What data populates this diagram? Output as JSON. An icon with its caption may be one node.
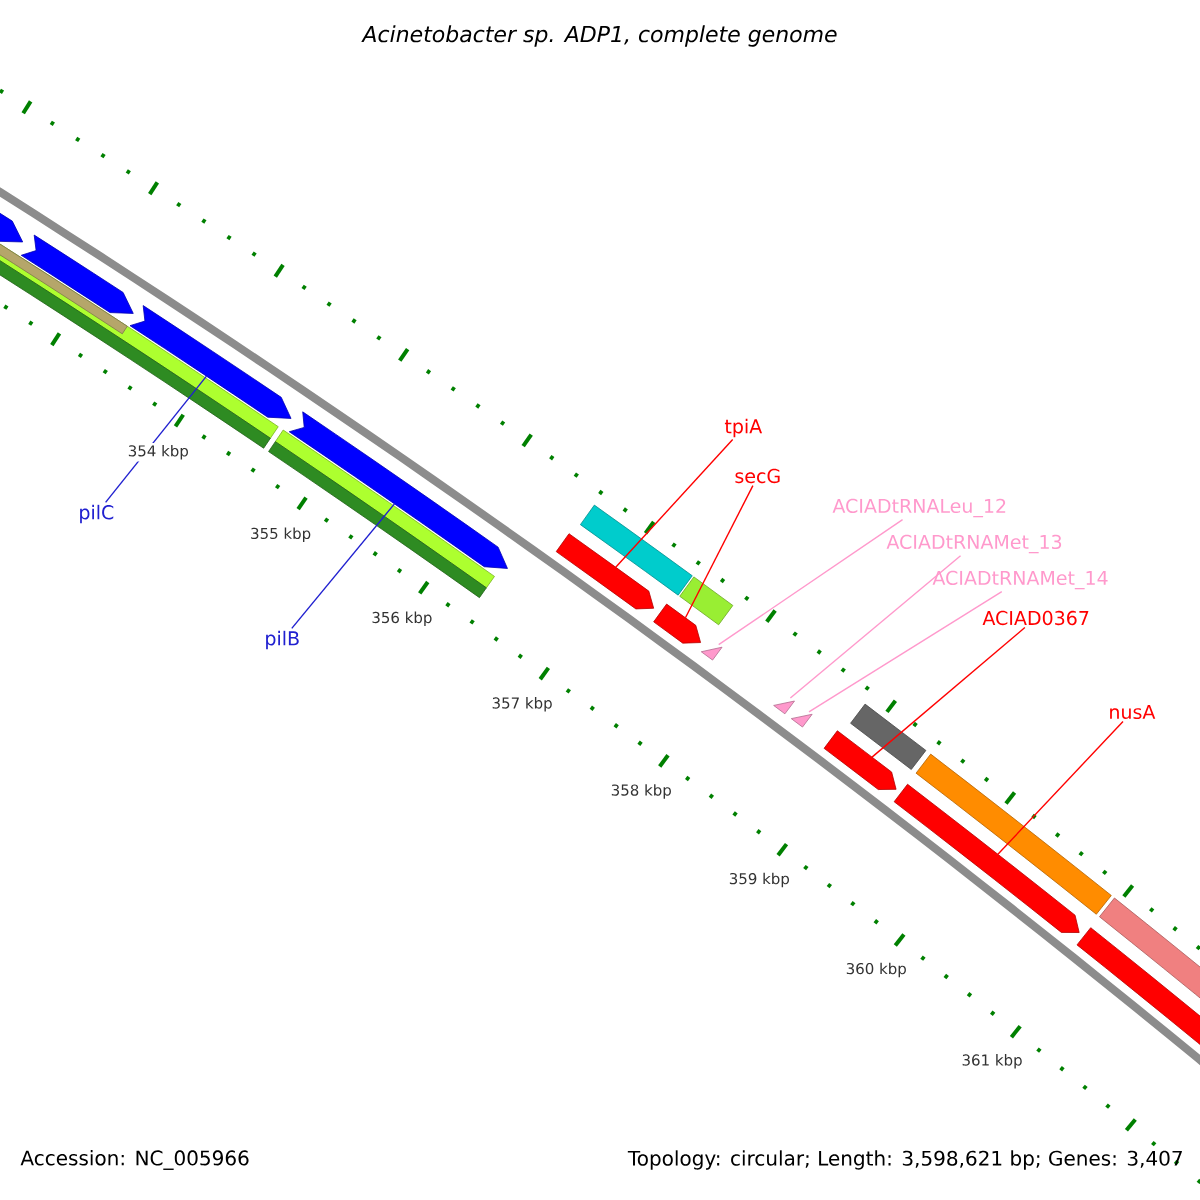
{
  "diagram": {
    "title": "Acinetobacter sp. ADP1, complete genome",
    "nodes": [
      {
        "text": [
          "pilC"
        ]
      },
      {
        "text": [
          "pilB"
        ]
      },
      {
        "text": [
          "tpiA"
        ]
      },
      {
        "text": [
          "secG"
        ]
      },
      {
        "text": [
          "ACIADtRNALeu_12"
        ]
      },
      {
        "text": [
          "ACIADtRNAMet_13"
        ]
      },
      {
        "text": [
          "ACIADtRNAMet_14"
        ]
      },
      {
        "text": [
          "ACIAD0367"
        ]
      },
      {
        "text": [
          "nusA"
        ]
      },
      {
        "text": [],
        "shape": "arrow"
      },
      {
        "text": [],
        "shape": "arrow"
      },
      {
        "text": [],
        "shape": "arrow"
      },
      {
        "text": [],
        "shape": "arrow"
      },
      {
        "text": [],
        "shape": "bar",
        "in": 14
      },
      {
        "text": [],
        "shape": "bar"
      },
      {
        "text": [],
        "shape": "bar"
      },
      {
        "text": [],
        "shape": "bar"
      },
      {
        "text": [],
        "shape": "bar"
      },
      {
        "text": [],
        "shape": "arrow"
      },
      {
        "text": [],
        "shape": "arrow"
      },
      {
        "text": [],
        "shape": "box"
      },
      {
        "text": [],
        "shape": "box"
      },
      {
        "text": [],
        "shape": "triangle"
      },
      {
        "text": [],
        "shape": "triangle"
      },
      {
        "text": [],
        "shape": "triangle"
      },
      {
        "text": [],
        "shape": "arrow"
      },
      {
        "text": [],
        "shape": "arrow"
      },
      {
        "text": [],
        "shape": "arrow"
      },
      {
        "text": [],
        "shape": "box"
      },
      {
        "text": [],
        "shape": "box"
      },
      {
        "text": [],
        "shape": "box"
      }
    ],
    "edges": [
      {
        "from": 0,
        "to": 11,
        "arrow": "none",
        "color": "#2020d0"
      },
      {
        "from": 1,
        "to": 12,
        "arrow": "none",
        "color": "#2020d0"
      },
      {
        "from": 2,
        "to": 18,
        "arrow": "none"
      },
      {
        "from": 3,
        "to": 19,
        "arrow": "none"
      },
      {
        "from": 4,
        "to": 22,
        "arrow": "none",
        "color": "#ff99cc"
      },
      {
        "from": 5,
        "to": 23,
        "arrow": "none",
        "color": "#ff99cc"
      },
      {
        "from": 6,
        "to": 24,
        "arrow": "none",
        "color": "#ff99cc"
      },
      {
        "from": 7,
        "to": 25,
        "arrow": "none"
      },
      {
        "from": 8,
        "to": 26,
        "arrow": "none"
      }
    ],
    "labels": [
      "354 kbp",
      "355 kbp",
      "356 kbp",
      "357 kbp",
      "358 kbp",
      "359 kbp",
      "360 kbp",
      "361 kbp",
      "Accession: NC_005966",
      "Topology: circular; Length: 3,598,621 bp; Genes: 3,407"
    ]
  }
}
